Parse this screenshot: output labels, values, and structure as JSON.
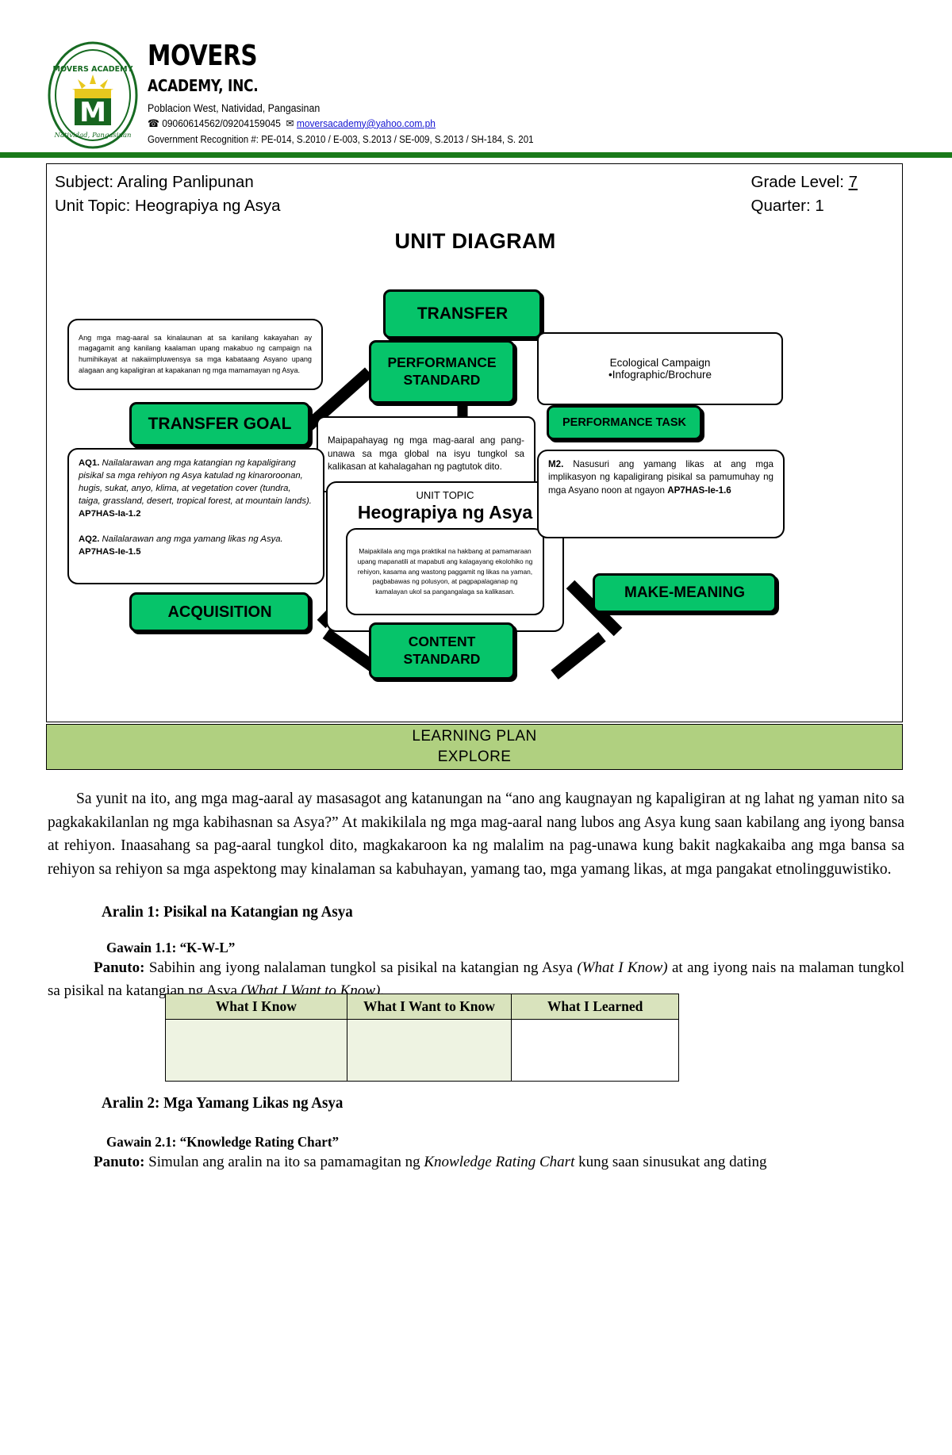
{
  "letterhead": {
    "school_name": "MOVERS",
    "school_sub": "ACADEMY, INC.",
    "address": "Poblacion West, Natividad, Pangasinan",
    "phone_icon": "phone-icon",
    "phone": "09060614562/09204159045",
    "mail_icon": "envelope-icon",
    "email": "moversacademy@yahoo.com.ph",
    "gov_recognition": "Government Recognition #: PE-014, S.2010 / E-003, S.2013 / SE-009, S.2013 / SH-184, S. 201",
    "logo_alt": "movers-academy-seal"
  },
  "header": {
    "subject_label": "Subject: Araling Panlipunan",
    "unit_topic_label": "Unit Topic: Heograpiya ng Asya",
    "grade_label": "Grade Level:",
    "grade_value": "7",
    "quarter_label": "Quarter: 1",
    "diagram_title": "UNIT DIAGRAM"
  },
  "diagram": {
    "transfer": "TRANSFER",
    "transfer_text": "Ang mga mag-aaral sa kinalaunan at sa kanilang kakayahan ay magagamit ang kanilang kaalaman upang makabuo ng campaign na humihikayat at nakaiimpluwensya sa mga kabataang Asyano upang alagaan ang kapaligiran at kapakanan ng mga mamamayan ng Asya.",
    "transfer_goal": "TRANSFER GOAL",
    "performance_standard": "PERFORMANCE STANDARD",
    "performance_standard_text": "Maipapahayag ng mga mag-aaral ang pang-unawa sa mga global na isyu tungkol sa kalikasan at kahalagahan ng pagtutok dito.",
    "performance_task": "PERFORMANCE TASK",
    "performance_task_text_1": "Ecological Campaign",
    "performance_task_text_2": "•Infographic/Brochure",
    "unit_topic_caption": "UNIT TOPIC",
    "unit_topic_name": "Heograpiya ng Asya",
    "unit_topic_inner_text": "Maipakilala ang mga praktikal na hakbang at pamamaraan upang mapanatili at mapabuti ang kalagayang ekolohiko ng rehiyon, kasama ang wastong paggamit ng likas na yaman, pagbabawas ng polusyon, at pagpapalaganap ng kamalayan ukol sa pangangalaga sa kalikasan.",
    "acquisition": "ACQUISITION",
    "aq1_code": "AQ1.",
    "aq1_text": "Nailalarawan ang mga katangian ng kapaligirang pisikal sa mga rehiyon ng Asya katulad ng kinaroroonan, hugis, sukat, anyo, klima, at vegetation cover (tundra, taiga, grassland, desert, tropical forest, at mountain lands).",
    "aq1_ref": "AP7HAS-Ia-1.2",
    "aq2_code": "AQ2.",
    "aq2_text": "Nailalarawan ang mga yamang likas ng Asya.",
    "aq2_ref": "AP7HAS-Ie-1.5",
    "make_meaning": "MAKE-MEANING",
    "m2_code": "M2.",
    "m2_text": "Nasusuri ang yamang likas at ang mga implikasyon ng kapaligirang pisikal sa pamumuhay ng mga Asyano noon at ngayon",
    "m2_ref": "AP7HAS-Ie-1.6",
    "content_standard": "CONTENT STANDARD",
    "accent_green": "#06c46a",
    "banner_green": "#b0d080",
    "rule_green": "#1a7a1a"
  },
  "learning_plan": {
    "title": "LEARNING PLAN",
    "subtitle": "EXPLORE",
    "intro": "Sa yunit na ito, ang mga mag-aaral ay masasagot ang katanungan na “ano ang kaugnayan ng kapaligiran at ng lahat ng yaman nito sa pagkakakilanlan ng mga kabihasnan sa Asya?” At makikilala ng mga mag-aaral nang lubos ang Asya kung saan kabilang ang iyong bansa at rehiyon. Inaasahang sa pag-aaral tungkol dito, magkakaroon ka ng malalim na pag-unawa kung bakit nagkakaiba ang mga bansa sa rehiyon sa rehiyon sa mga aspektong may kinalaman sa kabuhayan, yamang tao, mga yamang likas, at mga pangakat etnolingguwistiko."
  },
  "lessons": {
    "aralin1_title": "Aralin 1: Pisikal na Katangian ng Asya",
    "gawain11_title": "Gawain 1.1: “K-W-L”",
    "gawain11_panuto_label": "Panuto:",
    "gawain11_panuto_a": "Sabihin ang iyong nalalaman tungkol sa pisikal na katangian ng Asya",
    "gawain11_panuto_i1": "(What I Know)",
    "gawain11_panuto_b": "at ang iyong nais na malaman tungkol sa pisikal na katangian ng Asya",
    "gawain11_panuto_i2": "(What I Want to Know)",
    "gawain11_panuto_c": ".",
    "aralin2_title": "Aralin 2: Mga Yamang Likas ng Asya",
    "gawain21_title": "Gawain 2.1: “Knowledge Rating Chart”",
    "gawain21_panuto_label": "Panuto:",
    "gawain21_panuto_a": "Simulan ang aralin na ito sa pamamagitan ng",
    "gawain21_panuto_i1": "Knowledge Rating Chart",
    "gawain21_panuto_b": "kung saan sinusukat ang dating"
  },
  "kwl_table": {
    "headers": [
      "What I Know",
      "What I Want to Know",
      "What I Learned"
    ],
    "rows": [
      [
        "",
        "",
        ""
      ]
    ]
  }
}
